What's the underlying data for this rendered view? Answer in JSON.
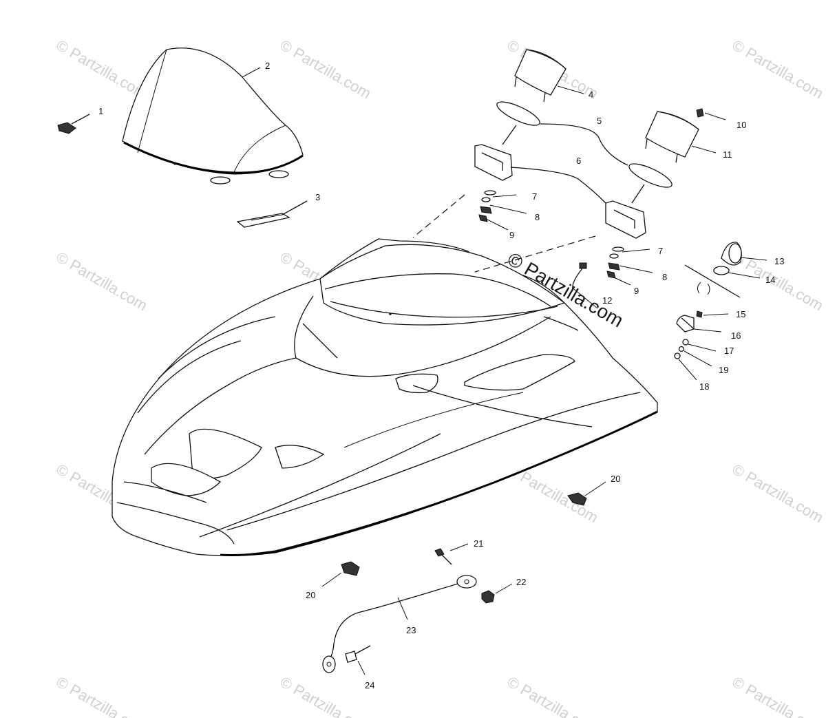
{
  "watermark": {
    "text": "© Partzilla.com",
    "center_text": "© Partzilla.com"
  },
  "callouts": [
    {
      "id": "c1",
      "number": "1"
    },
    {
      "id": "c2",
      "number": "2"
    },
    {
      "id": "c3",
      "number": "3"
    },
    {
      "id": "c4",
      "number": "4"
    },
    {
      "id": "c5",
      "number": "5"
    },
    {
      "id": "c6",
      "number": "6"
    },
    {
      "id": "c7a",
      "number": "7"
    },
    {
      "id": "c8a",
      "number": "8"
    },
    {
      "id": "c9a",
      "number": "9"
    },
    {
      "id": "c7b",
      "number": "7"
    },
    {
      "id": "c8b",
      "number": "8"
    },
    {
      "id": "c9b",
      "number": "9"
    },
    {
      "id": "c10",
      "number": "10"
    },
    {
      "id": "c11",
      "number": "11"
    },
    {
      "id": "c12",
      "number": "12"
    },
    {
      "id": "c13",
      "number": "13"
    },
    {
      "id": "c14",
      "number": "14"
    },
    {
      "id": "c15",
      "number": "15"
    },
    {
      "id": "c16",
      "number": "16"
    },
    {
      "id": "c17",
      "number": "17"
    },
    {
      "id": "c18",
      "number": "18"
    },
    {
      "id": "c19",
      "number": "19"
    },
    {
      "id": "c20a",
      "number": "20"
    },
    {
      "id": "c20b",
      "number": "20"
    },
    {
      "id": "c21",
      "number": "21"
    },
    {
      "id": "c22",
      "number": "22"
    },
    {
      "id": "c23",
      "number": "23"
    },
    {
      "id": "c24",
      "number": "24"
    }
  ]
}
